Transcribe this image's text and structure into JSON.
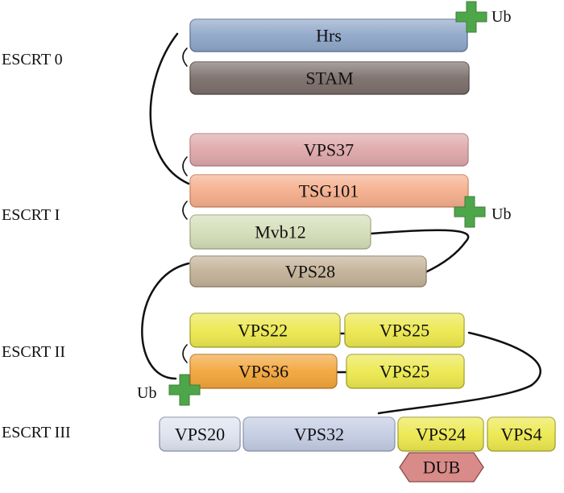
{
  "colors": {
    "hrs": "#8ea6c8",
    "stam": "#7a6e69",
    "vps37": "#dea7a9",
    "tsg101": "#f4ae8c",
    "mvb12": "#d4ddb8",
    "vps28": "#c3b197",
    "yellow": "#ece84e",
    "vps36": "#f2a53a",
    "escrt3_blue": "#c3cce3",
    "vps20": "#dde3ef",
    "dub": "#d88b88",
    "ub_green": "#4ea64a"
  },
  "groups": {
    "escrt0": "ESCRT 0",
    "escrt1": "ESCRT I",
    "escrt2": "ESCRT II",
    "escrt3": "ESCRT III"
  },
  "proteins": {
    "hrs": "Hrs",
    "stam": "STAM",
    "vps37": "VPS37",
    "tsg101": "TSG101",
    "mvb12": "Mvb12",
    "vps28": "VPS28",
    "vps22": "VPS22",
    "vps25_a": "VPS25",
    "vps36": "VPS36",
    "vps25_b": "VPS25",
    "vps20": "VPS20",
    "vps32": "VPS32",
    "vps24": "VPS24",
    "vps4": "VPS4",
    "dub": "DUB"
  },
  "ubiquitin": {
    "hrs": "Ub",
    "tsg101": "Ub",
    "vps36": "Ub"
  }
}
